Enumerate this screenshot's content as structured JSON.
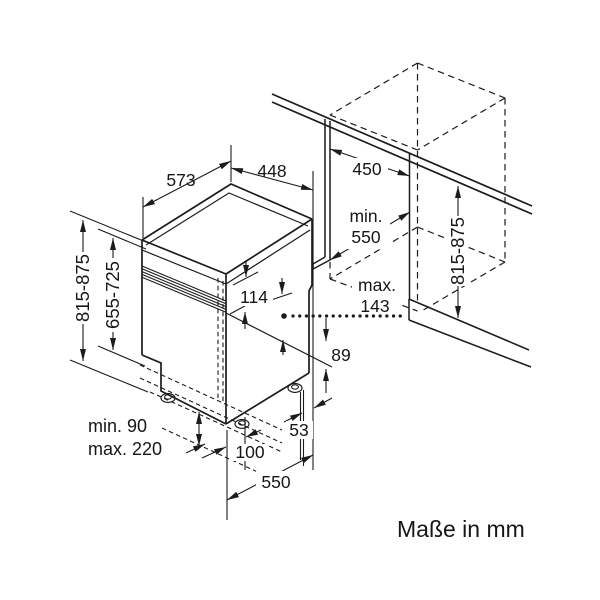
{
  "diagram": {
    "title_note": "Maße in mm",
    "appliance": {
      "top_depth": "573",
      "top_width": "448",
      "height_range": "815-875",
      "front_height_range": "655-725",
      "control_panel_height": "114",
      "plinth_min": "min. 90",
      "plinth_max": "max. 220",
      "front_foot_offset": "100",
      "base_depth": "550",
      "rear_foot_offset": "53",
      "rear_clearance": "89"
    },
    "niche": {
      "width": "450",
      "depth_min_label": "min.",
      "depth_min_value": "550",
      "door_max_label": "max.",
      "door_max_value": "143",
      "height_range": "815-875"
    }
  }
}
